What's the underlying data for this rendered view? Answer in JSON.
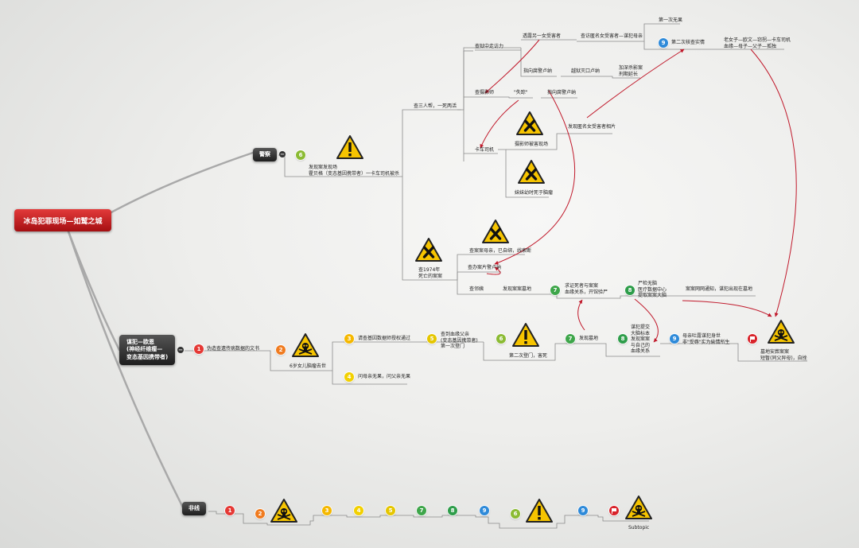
{
  "colors": {
    "root": "#c8181c",
    "dark_topic": "#2a2a2a",
    "connector": "#8a8a8a",
    "relation": "#c0182a",
    "marker_1": "#e53935",
    "marker_2": "#f07b1f",
    "marker_3": "#f5b800",
    "marker_4": "#f2d000",
    "marker_5": "#e5c600",
    "marker_6": "#8bbb33",
    "marker_7": "#3ea64a",
    "marker_8": "#2e9d4a",
    "marker_9": "#2e8ad9"
  },
  "icons": [
    "warning-icon",
    "cross-icon",
    "skull-icon",
    "flag-icon",
    "number-marker-icon",
    "collapse-icon"
  ],
  "root": {
    "label": "冰岛犯罪现场—如鹫之城"
  },
  "police": {
    "label": "警察",
    "marker": "6",
    "finding": "发现案发现场\n霍贝格（变态基因携带者）一卡车司机被杀",
    "three_plus_one": "查三人帮，一死两活",
    "trace_ten": "查狱中走访力",
    "another_victim": "透露另一女受害者",
    "anonymous_victim": "查访匿名女受害者—谋犯母亲",
    "first_fail": "第一次无果",
    "second_check": "第二次核查实情",
    "second_check_marker": "9",
    "sibling": "老女子—欧文—窃拐—卡车司机\n血缘—母子—父子—孤独",
    "point_to_rotten": "指向腐警卢纳",
    "prison_kill": "越狱灭口卢纳",
    "accelerate": "加深杀影案\n刑期延长",
    "photo_shoot": "查摄影师",
    "lost_road": "\"失踪\"",
    "point_to_rotten2": "指向腐警卢纳",
    "truck_driver": "卡车司机",
    "photographer_scene": "摄影师被害现场",
    "anon_photo": "发现匿名女受害者相片",
    "sister_tumor": "妹妹幼时死于脑瘤",
    "check_1974": "查1974年\n死亡的案案",
    "mother_dead": "查案案母亲，已自绑，线索断",
    "partner": "查办案片警卢纳",
    "neighbor": "查邻姨",
    "grave_found": "发现案案墓地",
    "marker_7": "7",
    "verify": "求证死者与案案\n血缘关系，开馆验尸",
    "marker_8": "8",
    "no_brain": "尸检无脑\n医疗数据中心\n提取案案大脑",
    "grave_notice": "案案网网通知，谋犯出现在墓地"
  },
  "criminal": {
    "label": "谋犯—欧恩\n(神经纤维瘤—\n变态基因携带者)",
    "m1": "1",
    "forge": "伪造查遗传病数据的文书",
    "m2": "2",
    "daughter": "6岁女儿脑瘤去世",
    "m3": "3",
    "apply": "请查基因数据师授权通过",
    "m4": "4",
    "ask_mother": "问母亲无果，问父亲无果",
    "m5": "5",
    "find_father": "查到血缘父亲\n(变态基因携带者)\n第一次登门",
    "m6": "6",
    "second_visit": "第二次登门，害死",
    "m7": "7",
    "found_grave": "发现墓地",
    "m8": "8",
    "submit": "谋犯提交\n大脑标本\n发现案案\n与自己的\n血缘关系",
    "m9": "9",
    "mother_lie": "母亲吐露谋犯身世\n非\"受辱\"实为偷情所生",
    "bury": "墓地安葬案案\n短暂(同父异母)，自挫"
  },
  "nonlinear": {
    "label": "非线",
    "markers": [
      "1",
      "2",
      "3",
      "4",
      "5",
      "7",
      "8",
      "9",
      "6",
      "9"
    ],
    "subtopic": "Subtopic"
  }
}
